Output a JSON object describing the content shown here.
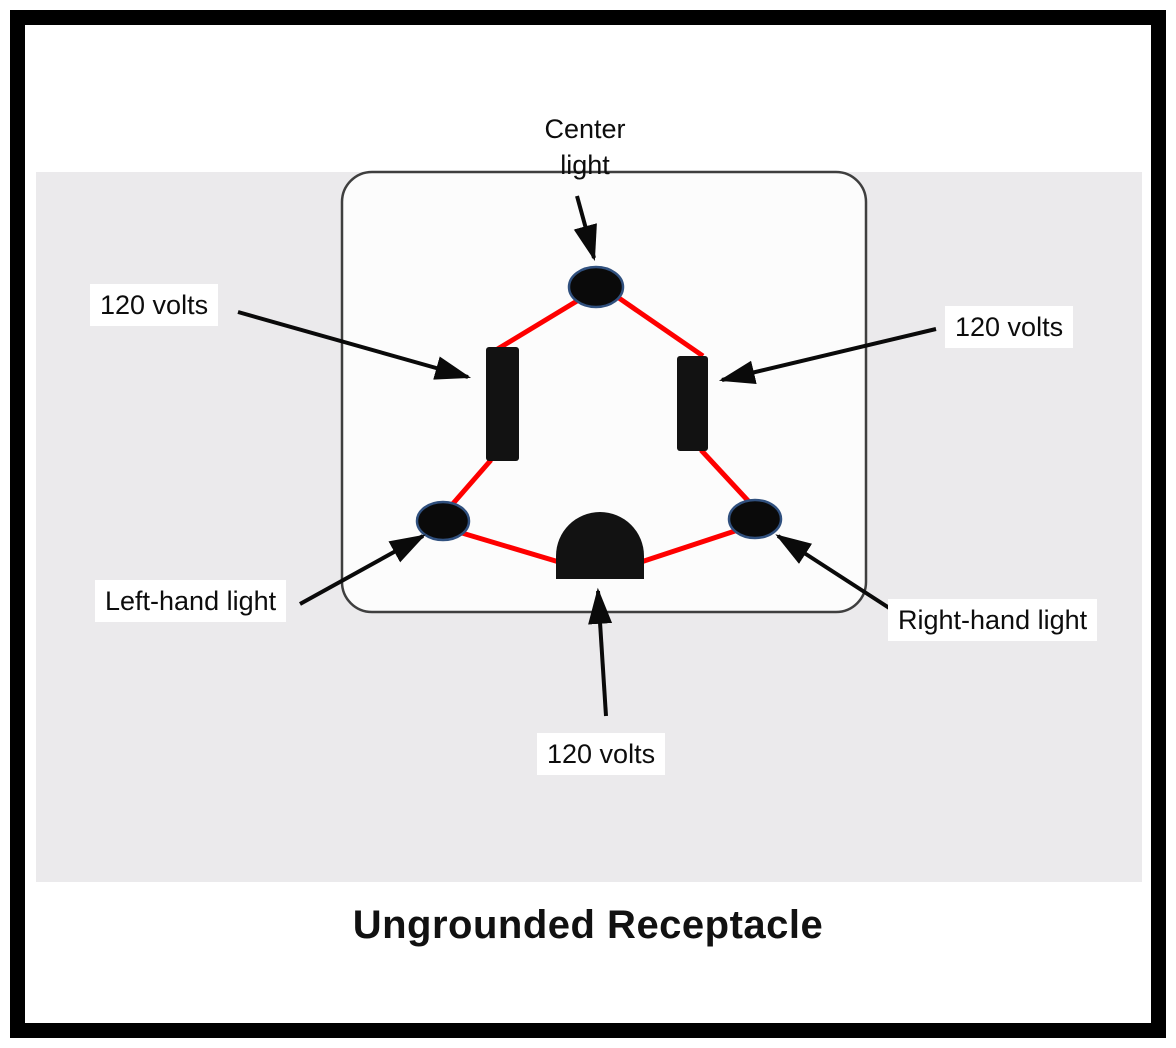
{
  "title": "Ungrounded Receptacle",
  "annotations": {
    "center_light": "Center\nlight",
    "voltage_left": "120 volts",
    "voltage_right": "120 volts",
    "voltage_bottom": "120 volts",
    "left_light": "Left-hand light",
    "right_light": "Right-hand light"
  },
  "colors": {
    "wire_line": "#fe0000",
    "slot_fill": "#121212",
    "oval_fill": "#0a0a0a",
    "oval_stroke": "#30507e",
    "arrow": "#0a0a0a",
    "frame": "#000000",
    "photo_background": "#ebeaec",
    "plate_fill": "#fcfcfc",
    "plate_stroke": "#3f3f3f"
  }
}
